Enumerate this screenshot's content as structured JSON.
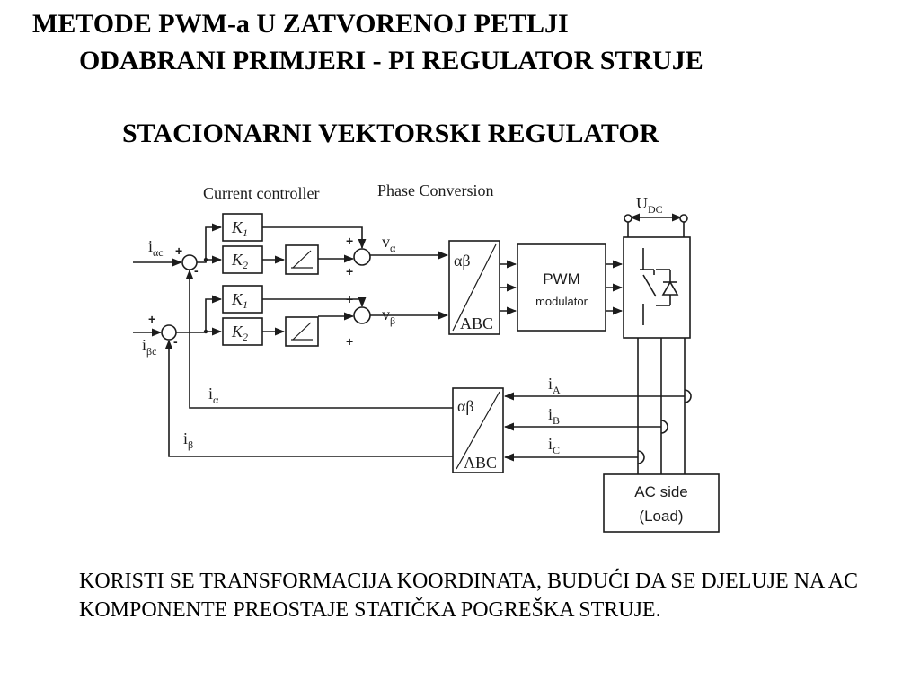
{
  "slide": {
    "title_line1": "METODE PWM-a U ZATVORENOJ PETLJI",
    "title_line2": "ODABRANI PRIMJERI - PI REGULATOR STRUJE",
    "subtitle": "STACIONARNI VEKTORSKI REGULATOR",
    "body_text": "KORISTI SE TRANSFORMACIJA KOORDINATA, BUDUĆI DA SE DJELUJE NA AC KOMPONENTE PREOSTAJE STATIČKA POGREŠKA STRUJE."
  },
  "diagram": {
    "section_current_controller": "Current controller",
    "section_phase_conversion": "Phase Conversion",
    "k1": {
      "main": "K",
      "sub": "1"
    },
    "k2": {
      "main": "K",
      "sub": "2"
    },
    "plus": "+",
    "minus": "-",
    "input_alpha": {
      "main": "i",
      "sub": "αc"
    },
    "input_beta": {
      "main": "i",
      "sub": "βc"
    },
    "v_alpha": {
      "main": "v",
      "sub": "α"
    },
    "v_beta": {
      "main": "v",
      "sub": "β"
    },
    "fb_alpha": {
      "main": "i",
      "sub": "α"
    },
    "fb_beta": {
      "main": "i",
      "sub": "β"
    },
    "conv_top": "αβ",
    "conv_bottom": "ABC",
    "pwm_line1": "PWM",
    "pwm_line2": "modulator",
    "udc": {
      "main": "U",
      "sub": "DC"
    },
    "ia": {
      "main": "i",
      "sub": "A"
    },
    "ib": {
      "main": "i",
      "sub": "B"
    },
    "ic": {
      "main": "i",
      "sub": "C"
    },
    "ac_line1": "AC side",
    "ac_line2": "(Load)"
  }
}
